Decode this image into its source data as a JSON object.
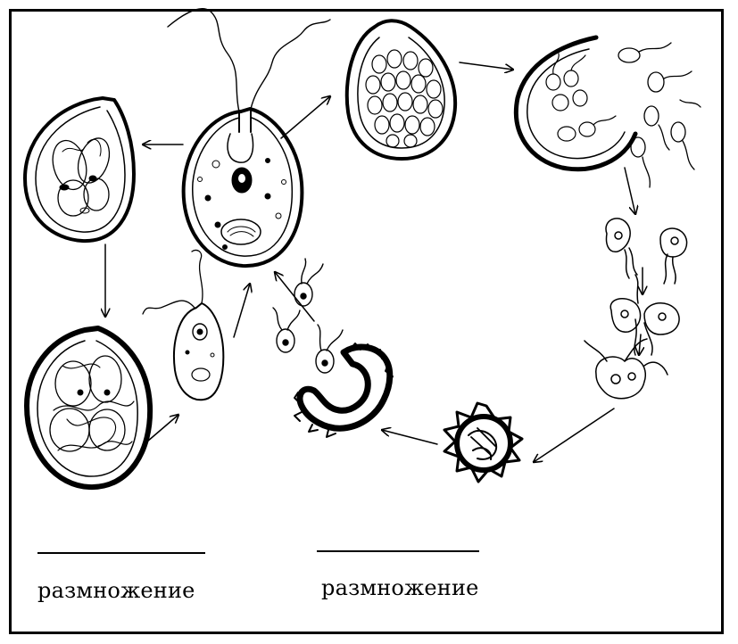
{
  "labels": {
    "left_caption": "размножение",
    "right_caption": "размножение"
  },
  "colors": {
    "ink": "#000000",
    "background": "#ffffff"
  },
  "figures": [
    "flagellate-cell",
    "cyst-with-zoospores",
    "cyst-with-mature-cells",
    "sporangium-with-many-spores",
    "bursting-sporangium",
    "gametes",
    "gamete-fusion",
    "zygote",
    "spiny-zygospore",
    "opened-zygospore",
    "released-young-cells",
    "young-flagellate"
  ]
}
